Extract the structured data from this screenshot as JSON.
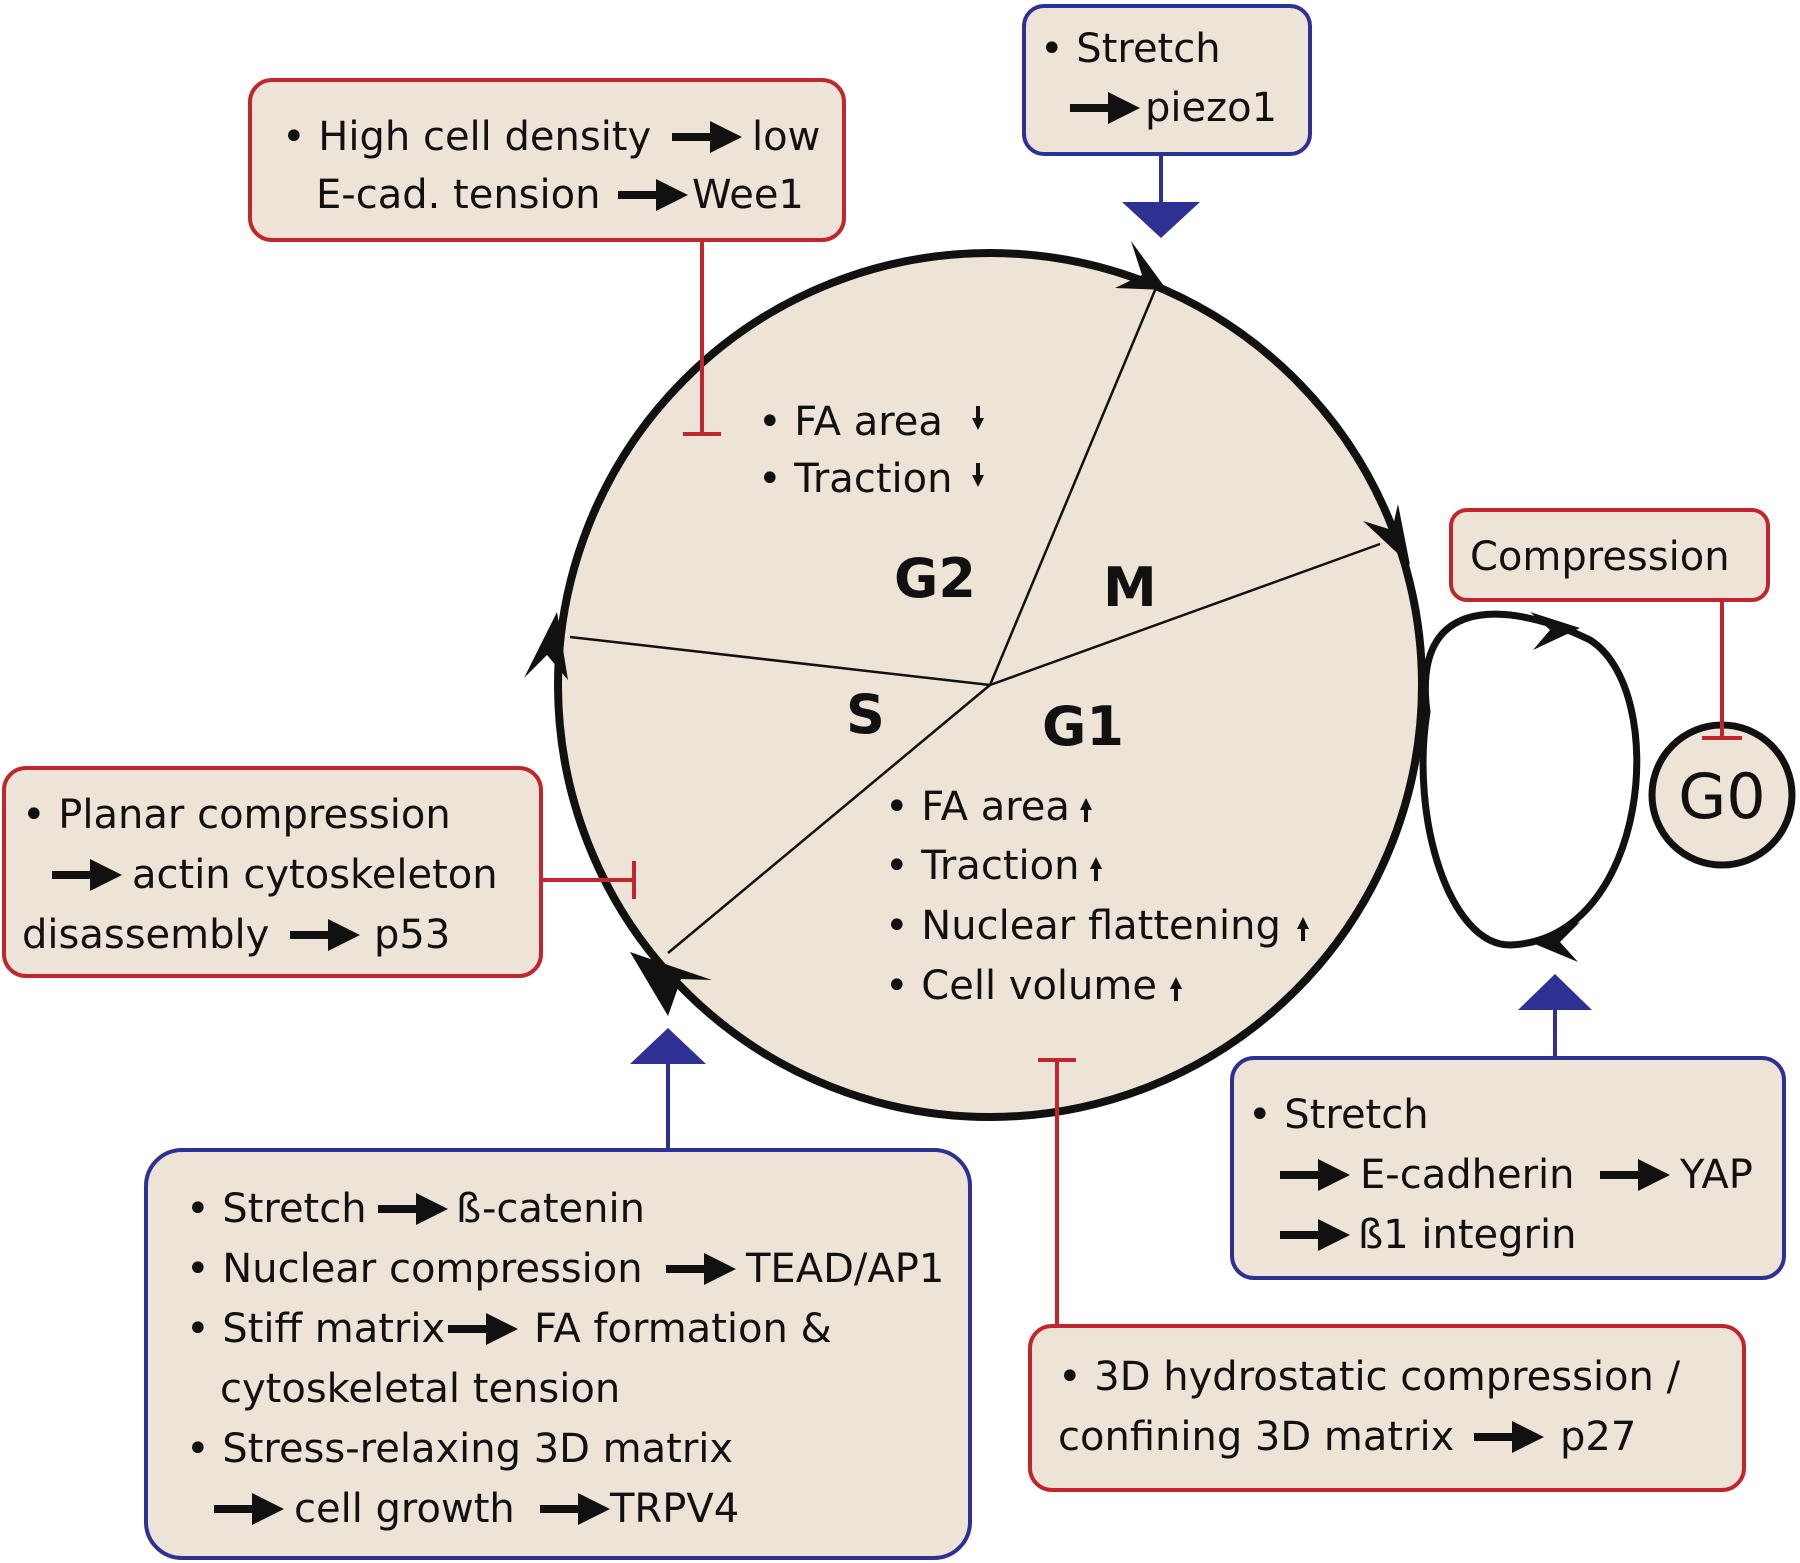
{
  "colors": {
    "fill": "#ede3d6",
    "red": "#c0272d",
    "blue": "#2e3192",
    "black": "#111111"
  },
  "phases": {
    "g2": "G2",
    "m": "M",
    "s": "S",
    "g1": "G1",
    "g0": "G0"
  },
  "g2_notes": {
    "line1": "• FA area",
    "line2": "• Traction"
  },
  "g1_notes": {
    "line1": "• FA area",
    "line2": "• Traction",
    "line3": "• Nuclear flattening",
    "line4": "• Cell volume"
  },
  "box_density": {
    "line1a": "• High cell density",
    "line1b": "low",
    "line2a": "E-cad. tension",
    "line2b": "Wee1"
  },
  "box_piezo": {
    "line1": "• Stretch",
    "line2": "piezo1"
  },
  "box_compression": {
    "line1": "Compression"
  },
  "box_planar": {
    "line1": "• Planar compression",
    "line2": "actin cytoskeleton",
    "line3a": "disassembly",
    "line3b": "p53"
  },
  "box_stretch_yap": {
    "line1": "• Stretch",
    "line2a": "E-cadherin",
    "line2b": "YAP",
    "line3": "ß1 integrin"
  },
  "box_hydrostatic": {
    "line1": "• 3D hydrostatic compression /",
    "line2a": "confining 3D matrix",
    "line2b": "p27"
  },
  "box_bottom": {
    "line1a": "• Stretch",
    "line1b": "ß-catenin",
    "line2a": "• Nuclear compression",
    "line2b": "TEAD/AP1",
    "line3a": "• Stiff matrix",
    "line3b": "FA formation &",
    "line4": "cytoskeletal tension",
    "line5": "• Stress-relaxing 3D matrix",
    "line6a": "cell growth",
    "line6b": "TRPV4"
  }
}
